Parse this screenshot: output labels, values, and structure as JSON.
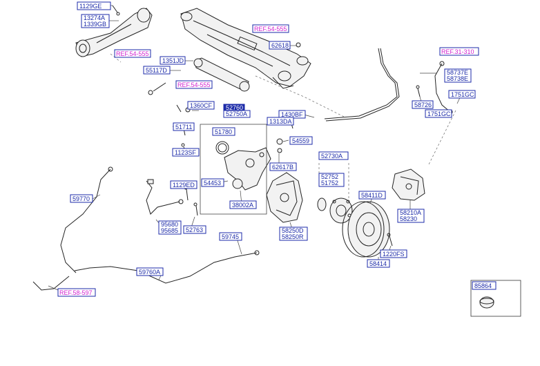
{
  "diagram": {
    "callouts": [
      {
        "id": "c1",
        "text": "1129GE",
        "kind": "part"
      },
      {
        "id": "c2a",
        "text": "13274A",
        "kind": "part"
      },
      {
        "id": "c2b",
        "text": "1339GB",
        "kind": "part"
      },
      {
        "id": "r1",
        "text": "REF.54-555",
        "kind": "ref"
      },
      {
        "id": "r2",
        "text": "REF.54-555",
        "kind": "ref"
      },
      {
        "id": "c3",
        "text": "62618",
        "kind": "part"
      },
      {
        "id": "c4",
        "text": "1351JD",
        "kind": "part"
      },
      {
        "id": "c5",
        "text": "55117D",
        "kind": "part"
      },
      {
        "id": "r3",
        "text": "REF.54-555",
        "kind": "ref"
      },
      {
        "id": "r4",
        "text": "REF.31-310",
        "kind": "ref"
      },
      {
        "id": "c6a",
        "text": "58737E",
        "kind": "part"
      },
      {
        "id": "c6b",
        "text": "58738E",
        "kind": "part"
      },
      {
        "id": "c7",
        "text": "1751GC",
        "kind": "part"
      },
      {
        "id": "c8",
        "text": "58726",
        "kind": "part"
      },
      {
        "id": "c9",
        "text": "1751GC",
        "kind": "part"
      },
      {
        "id": "c10",
        "text": "1360CF",
        "kind": "part"
      },
      {
        "id": "c11a",
        "text": "52760",
        "kind": "highlight"
      },
      {
        "id": "c11b",
        "text": "52750A",
        "kind": "part"
      },
      {
        "id": "c12",
        "text": "1430BF",
        "kind": "part"
      },
      {
        "id": "c13",
        "text": "1313DA",
        "kind": "part"
      },
      {
        "id": "c14",
        "text": "51711",
        "kind": "part"
      },
      {
        "id": "c15",
        "text": "51780",
        "kind": "part"
      },
      {
        "id": "c16",
        "text": "54559",
        "kind": "part"
      },
      {
        "id": "c17",
        "text": "1123SF",
        "kind": "part"
      },
      {
        "id": "c18",
        "text": "52730A",
        "kind": "part"
      },
      {
        "id": "c19",
        "text": "62617B",
        "kind": "part"
      },
      {
        "id": "c20a",
        "text": "52752",
        "kind": "part"
      },
      {
        "id": "c20b",
        "text": "51752",
        "kind": "part"
      },
      {
        "id": "c21",
        "text": "54453",
        "kind": "part"
      },
      {
        "id": "c22",
        "text": "1129ED",
        "kind": "part"
      },
      {
        "id": "c23",
        "text": "59770",
        "kind": "part"
      },
      {
        "id": "c24",
        "text": "58411D",
        "kind": "part"
      },
      {
        "id": "c25",
        "text": "38002A",
        "kind": "part"
      },
      {
        "id": "c26a",
        "text": "58210A",
        "kind": "part"
      },
      {
        "id": "c26b",
        "text": "58230",
        "kind": "part"
      },
      {
        "id": "c27a",
        "text": "95680",
        "kind": "part"
      },
      {
        "id": "c27b",
        "text": "95685",
        "kind": "part"
      },
      {
        "id": "c28",
        "text": "52763",
        "kind": "part"
      },
      {
        "id": "c29a",
        "text": "58250D",
        "kind": "part"
      },
      {
        "id": "c29b",
        "text": "58250R",
        "kind": "part"
      },
      {
        "id": "c30",
        "text": "59745",
        "kind": "part"
      },
      {
        "id": "c31",
        "text": "1220FS",
        "kind": "part"
      },
      {
        "id": "c32",
        "text": "58414",
        "kind": "part"
      },
      {
        "id": "c33",
        "text": "59760A",
        "kind": "part"
      },
      {
        "id": "r5",
        "text": "REF.58-597",
        "kind": "ref"
      },
      {
        "id": "c34",
        "text": "85864",
        "kind": "part"
      }
    ]
  }
}
